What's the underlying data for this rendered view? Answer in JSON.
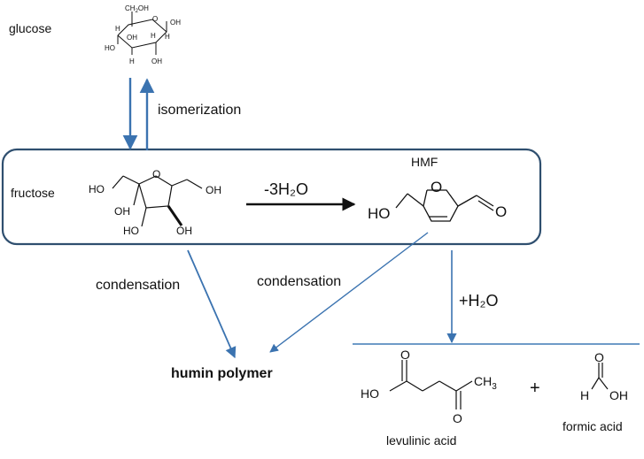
{
  "labels": {
    "glucose": "glucose",
    "isomerization": "isomerization",
    "fructose": "fructose",
    "dehydration": "-3H₂O",
    "hmf": "HMF",
    "condensation_left": "condensation",
    "condensation_right": "condensation",
    "hydration": "+H₂O",
    "humin": "humin polymer",
    "plus": "+",
    "levulinic": "levulinic acid",
    "formic": "formic acid"
  },
  "atoms": {
    "ch2oh": "CH",
    "ch2oh_sub": "2",
    "ch2oh_end": "OH",
    "o": "O",
    "oh": "OH",
    "ho": "HO",
    "h": "H",
    "ch3": "CH",
    "ch3_sub": "3"
  },
  "colors": {
    "arrow_blue": "#3b73b0",
    "box_border": "#2f4f6f",
    "line_blue": "#3f7ab6",
    "black": "#111111"
  }
}
